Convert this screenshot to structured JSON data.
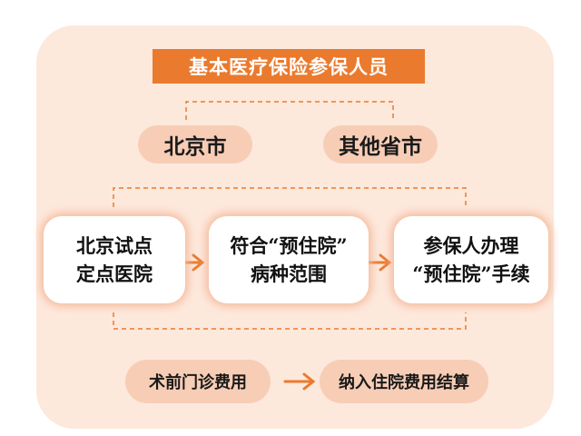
{
  "title": "基本医疗保险参保人员",
  "regions": [
    "北京市",
    "其他省市"
  ],
  "steps": [
    "北京试点\n定点医院",
    "符合“预住院”\n病种范围",
    "参保人办理\n“预住院”手续"
  ],
  "bottom": [
    "术前门诊费用",
    "纳入住院费用结算"
  ],
  "colors": {
    "accent": "#ea7a2e",
    "panel": "#fde8dc",
    "pill": "#f7cdb6"
  }
}
